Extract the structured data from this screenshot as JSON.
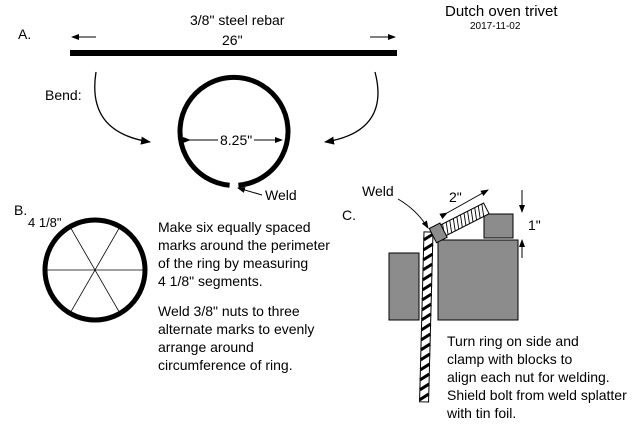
{
  "header": {
    "title": "Dutch oven trivet",
    "date": "2017-11-02"
  },
  "section_a": {
    "label": "A.",
    "material": "3/8\" steel rebar",
    "length": "26\"",
    "bend_label": "Bend:",
    "diameter": "8.25\"",
    "weld_label": "Weld"
  },
  "section_b": {
    "label": "B.",
    "segment": "4 1/8\"",
    "para1": [
      "Make six equally spaced",
      "marks around the perimeter",
      "of the ring by measuring",
      "4 1/8\" segments."
    ],
    "para2": [
      "Weld 3/8\" nuts to three",
      "alternate marks to evenly",
      "arrange around",
      "circumference of ring."
    ]
  },
  "section_c": {
    "label": "C.",
    "weld_label": "Weld",
    "bolt_length": "2\"",
    "block_height": "1\"",
    "para": [
      "Turn ring on side and",
      "clamp with blocks to",
      "align each nut for welding.",
      "Shield bolt from weld splatter",
      "with tin foil."
    ]
  },
  "colors": {
    "block_gray": "#8c8c8c",
    "ink": "#000000"
  }
}
